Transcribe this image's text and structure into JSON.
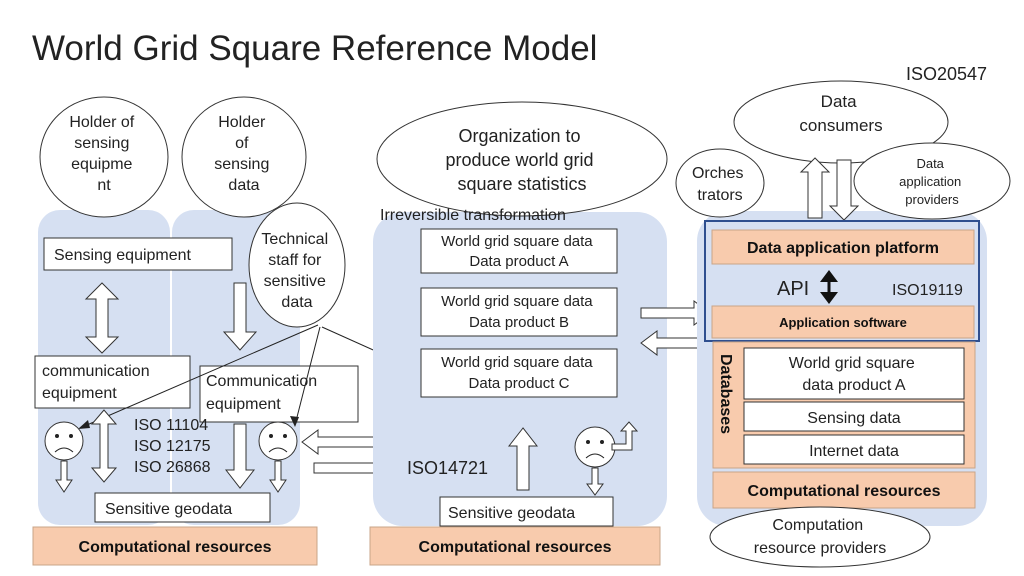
{
  "title": "World Grid Square Reference Model",
  "standard_top": "ISO20547",
  "colors": {
    "panel": "#d6e0f2",
    "peach": "#f8cbad",
    "peach_border": "#c9a488",
    "frame": "#2f4f8f"
  },
  "left": {
    "holder_equipment": [
      "Holder of",
      "sensing",
      "equipme",
      "nt"
    ],
    "holder_data": [
      "Holder",
      "of",
      "sensing",
      "data"
    ],
    "sensing_equipment": "Sensing equipment",
    "technical_staff": [
      "Technical",
      "staff for",
      "sensitive",
      "data"
    ],
    "communication_equipment_left": [
      "communication",
      "equipment"
    ],
    "communication_equipment_right": [
      "Communication",
      "equipment"
    ],
    "iso_list": [
      "ISO 11104",
      "ISO 12175",
      "ISO 26868"
    ],
    "sensitive_geodata": "Sensitive geodata",
    "computational_resources": "Computational resources"
  },
  "middle": {
    "organization": [
      "Organization to",
      "produce world grid",
      "square statistics"
    ],
    "irreversible": "Irreversible transformation",
    "products": [
      [
        "World grid square data",
        "Data product A"
      ],
      [
        "World grid square data",
        "Data product B"
      ],
      [
        "World grid square data",
        "Data product  C"
      ]
    ],
    "iso14721": "ISO14721",
    "sensitive_geodata": "Sensitive geodata",
    "computational_resources": "Computational resources"
  },
  "right": {
    "data_consumers": [
      "Data",
      "consumers"
    ],
    "orchestrators": [
      "Orches",
      "trators"
    ],
    "data_app_providers": [
      "Data",
      "application",
      "providers"
    ],
    "data_application_platform": "Data application platform",
    "api": "API",
    "iso19119": "ISO19119",
    "application_software": "Application software",
    "databases": "Databases",
    "db_items": [
      [
        "World grid square",
        "data product A"
      ],
      [
        "Sensing data"
      ],
      [
        "Internet data"
      ]
    ],
    "computational_resources": "Computational resources",
    "computation_providers": [
      "Computation",
      "resource providers"
    ]
  }
}
